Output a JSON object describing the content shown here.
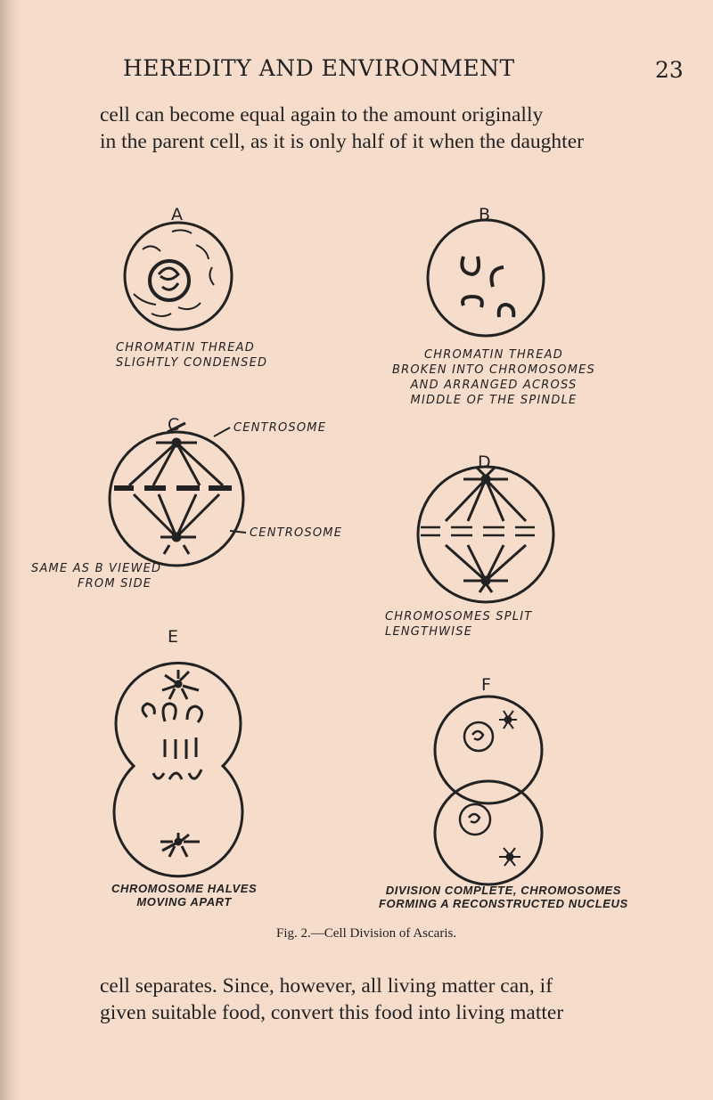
{
  "header": {
    "title": "HEREDITY AND ENVIRONMENT",
    "page_number": "23"
  },
  "text_top": [
    "cell can become equal again to the amount originally",
    "in the parent cell, as it is only half of it when the daughter"
  ],
  "figure": {
    "panels": [
      {
        "letter": "A",
        "caption": [
          "CHROMATIN THREAD",
          "SLIGHTLY CONDENSED"
        ]
      },
      {
        "letter": "B",
        "caption": [
          "CHROMATIN THREAD",
          "BROKEN INTO CHROMOSOMES",
          "AND ARRANGED ACROSS",
          "MIDDLE OF THE SPINDLE"
        ]
      },
      {
        "letter": "C",
        "caption": [
          "SAME AS B VIEWED",
          "FROM SIDE"
        ],
        "labels": [
          "CENTROSOME",
          "CENTROSOME"
        ]
      },
      {
        "letter": "D",
        "caption": [
          "CHROMOSOMES SPLIT",
          "LENGTHWISE"
        ]
      },
      {
        "letter": "E",
        "caption": [
          "CHROMOSOME HALVES",
          "MOVING APART"
        ]
      },
      {
        "letter": "F",
        "caption": [
          "DIVISION COMPLETE, CHROMOSOMES",
          "FORMING A RECONSTRUCTED NUCLEUS"
        ]
      }
    ],
    "title": "Fig. 2.—Cell Division of Ascaris."
  },
  "text_bottom": [
    "cell separates.  Since, however, all living matter can, if",
    "given suitable food, convert this food into living matter"
  ]
}
